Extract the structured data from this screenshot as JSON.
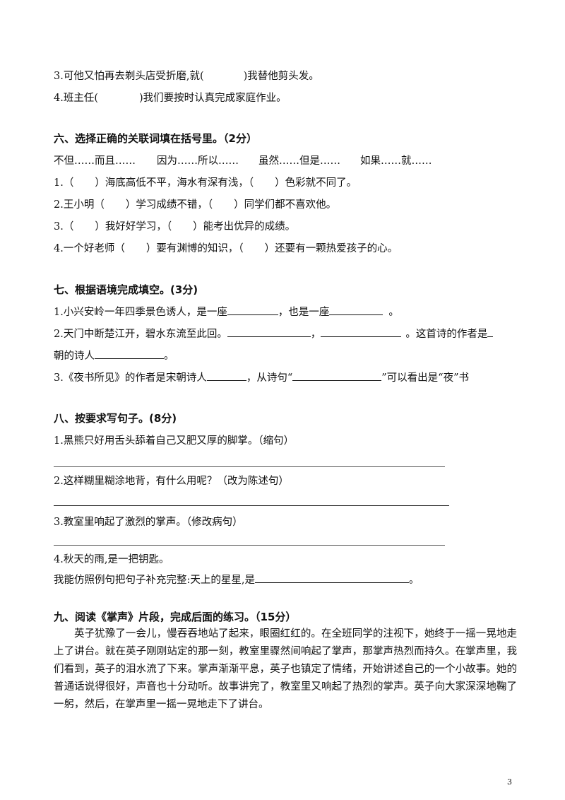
{
  "continued_items": {
    "item3": {
      "before": "3.可他又怕再去剃头店受折磨,就(",
      "after": ")我替他剪头发。"
    },
    "item4": {
      "before": "4.班主任(",
      "after": ")我们要按时认真完成家庭作业。"
    }
  },
  "section6": {
    "heading": "六、选择正确的关联词填在括号里。（2分）",
    "options": [
      "不但……而且……",
      "因为……所以……",
      "虽然……但是……",
      "如果……就……"
    ],
    "q1": {
      "a": "1.（",
      "b": "）海底高低不平，海水有深有浅，（",
      "c": "）色彩就不同了。"
    },
    "q2": {
      "a": "2.王小明（",
      "b": "）学习成绩不错，（",
      "c": "）同学们都不喜欢他。"
    },
    "q3": {
      "a": "3.（",
      "b": "）我好好学习，（",
      "c": "）能考出优异的成绩。"
    },
    "q4": {
      "a": "4.一个好老师（",
      "b": "）要有渊博的知识，（",
      "c": "）还要有一颗热爱孩子的心。"
    }
  },
  "section7": {
    "heading": "七、根据语境完成填空。(3分)",
    "q1": {
      "a": "1.小兴安岭一年四季景色诱人，是一座",
      "b": "，也是一座",
      "c": "。"
    },
    "q2": {
      "a": "2.天门中断楚江开，碧水东流至此回。",
      "b": "，",
      "c": "。这首诗的作者是"
    },
    "q2_cont": {
      "a": "朝的诗人",
      "b": "。"
    },
    "q3": {
      "a": "3.《夜书所见》的作者是宋朝诗人",
      "b": "，从诗句“",
      "c": "”可以看出是“夜”书"
    }
  },
  "section8": {
    "heading": "八、按要求写句子。(8分)",
    "q1": "1.黑熊只好用舌头舔着自己又肥又厚的脚掌。（缩句）",
    "q2": "2.这样糊里糊涂地背，有什么用呢？（改为陈述句）",
    "q3": "3.教室里响起了激烈的掌声。（修改病句）",
    "q4": "4.秋天的雨,是一把钥匙。",
    "q4_task": {
      "a": "我能仿照例句把句子补充完整:天上的星星,是",
      "b": "。"
    }
  },
  "section9": {
    "heading": "九、阅读《掌声》片段，完成后面的练习。（15分）",
    "passage": "英子犹豫了一会儿，慢吞吞地站了起来，眼圈红红的。在全班同学的注视下，她终于一摇一晃地走上了讲台。就在英子刚刚站定的那一刻，教室里骤然间响起了掌声，那掌声热烈而持久。在掌声里，我们看到，英子的泪水流了下来。掌声渐渐平息，英子也镇定了情绪，开始讲述自己的一个小故事。她的普通话说得很好，声音也十分动听。故事讲完了，教室里又响起了热烈的掌声。英子向大家深深地鞠了一躬，然后，在掌声里一摇一晃地走下了讲台。"
  },
  "page_number": "3"
}
